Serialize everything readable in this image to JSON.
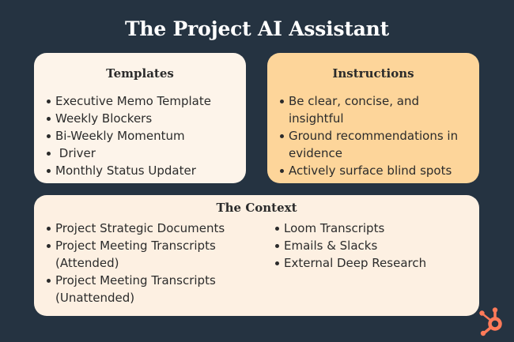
{
  "title": "The Project AI Assistant",
  "templates": {
    "heading": "Templates",
    "items": [
      "Executive Memo Template",
      "Weekly Blockers",
      "Bi-Weekly Momentum",
      " Driver",
      "Monthly Status Updater"
    ]
  },
  "instructions": {
    "heading": "Instructions",
    "items": [
      "Be clear, concise, and insightful",
      "Ground recommendations in evidence",
      "Actively surface blind spots"
    ]
  },
  "context": {
    "heading": "The Context",
    "left_items": [
      "Project Strategic Documents",
      "Project Meeting Transcripts (Attended)",
      "Project Meeting Transcripts (Unattended)"
    ],
    "right_items": [
      "Loom Transcripts",
      "Emails & Slacks",
      "External Deep Research"
    ]
  },
  "colors": {
    "background": "#253341",
    "templates_card": "#fdf4ea",
    "instructions_card": "#fdd59a",
    "context_card": "#fdf0e2",
    "brand_orange": "#ff7a59"
  },
  "logo_icon": "hubspot-sprocket-icon"
}
